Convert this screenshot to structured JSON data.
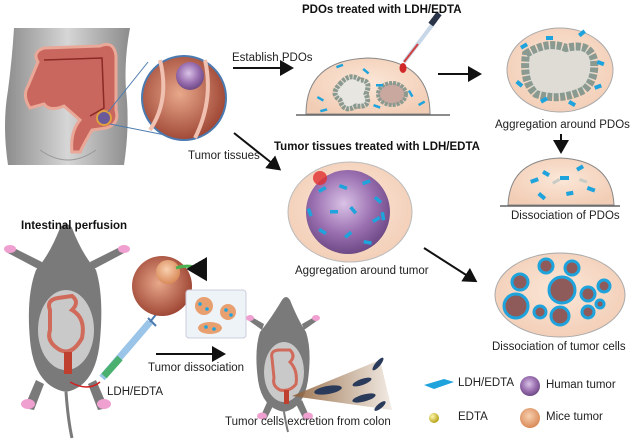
{
  "labels": {
    "establish_pdos": "Establish PDOs",
    "tumor_tissues": "Tumor tissues",
    "pdos_treated": "PDOs treated with LDH/EDTA",
    "tumor_tissues_treated": "Tumor tissues treated with LDH/EDTA",
    "aggregation_pdos": "Aggregation around PDOs",
    "dissociation_pdos": "Dissociation of PDOs",
    "aggregation_tumor": "Aggregation around tumor",
    "dissociation_tumor_cells": "Dissociation of tumor cells",
    "intestinal_perfusion": "Intestinal perfusion",
    "tumor_dissociation": "Tumor dissociation",
    "syringe_label": "LDH/EDTA",
    "excretion": "Tumor cells excretion from colon"
  },
  "legend": [
    {
      "icon": "ldh-edta-sheet-icon",
      "label": "LDH/EDTA"
    },
    {
      "icon": "human-tumor-icon",
      "label": "Human tumor"
    },
    {
      "icon": "edta-sphere-icon",
      "label": "EDTA"
    },
    {
      "icon": "mice-tumor-icon",
      "label": "Mice tumor"
    }
  ],
  "colors": {
    "ldh_blue": "#1fa3dc",
    "dish_fill": "#f6d9c6",
    "colon_red": "#c0504a",
    "mouse_gray": "#7a7a7a",
    "human_tumor": "#8a6aa8",
    "mice_tumor": "#e8a070",
    "edta_yellow": "#d4c22a",
    "cell_gray": "#b8c4bc"
  }
}
